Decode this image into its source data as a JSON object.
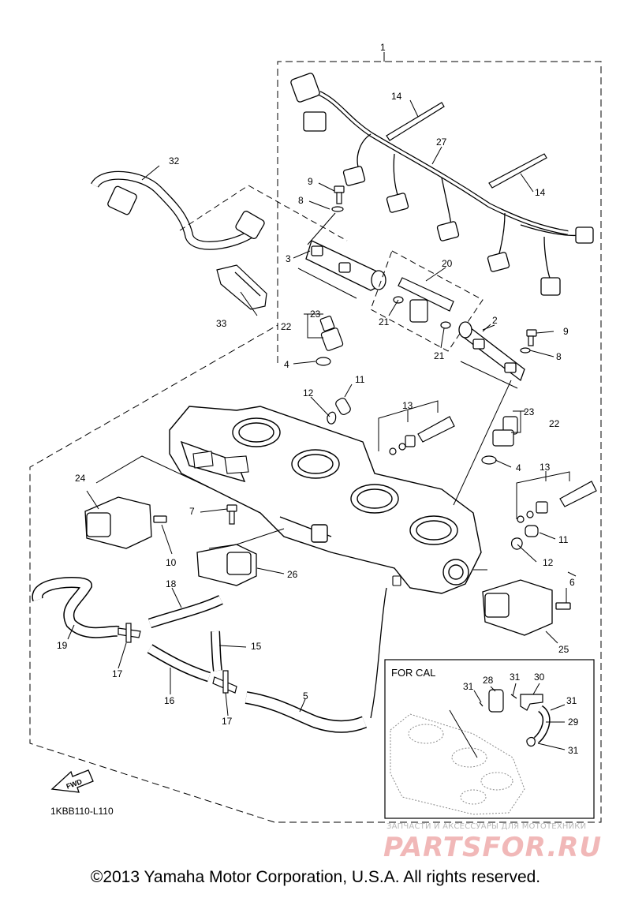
{
  "diagram": {
    "figure_code": "1KBB110-L110",
    "fwd_label": "FWD",
    "inset_label": "FOR CAL",
    "callouts": {
      "c1": "1",
      "c2": "2",
      "c3": "3",
      "c4a": "4",
      "c4b": "4",
      "c5": "5",
      "c6": "6",
      "c7": "7",
      "c8a": "8",
      "c8b": "8",
      "c9a": "9",
      "c9b": "9",
      "c10": "10",
      "c11a": "11",
      "c11b": "11",
      "c12a": "12",
      "c12b": "12",
      "c13a": "13",
      "c13b": "13",
      "c14a": "14",
      "c14b": "14",
      "c15": "15",
      "c16": "16",
      "c17a": "17",
      "c17b": "17",
      "c18": "18",
      "c19": "19",
      "c20": "20",
      "c21a": "21",
      "c21b": "21",
      "c22a": "22",
      "c22b": "22",
      "c23a": "23",
      "c23b": "23",
      "c24": "24",
      "c25": "25",
      "c26": "26",
      "c27": "27",
      "c28": "28",
      "c29": "29",
      "c30": "30",
      "c31a": "31",
      "c31b": "31",
      "c31c": "31",
      "c31d": "31",
      "c32": "32",
      "c33": "33"
    }
  },
  "watermark": {
    "tagline": "ЗАПЧАСТИ И АКСЕССУАРЫ ДЛЯ МОТОТЕХНИКИ",
    "brand": "PARTSFOR.RU"
  },
  "footer": {
    "copyright": "©2013 Yamaha Motor Corporation, U.S.A. All rights reserved."
  }
}
